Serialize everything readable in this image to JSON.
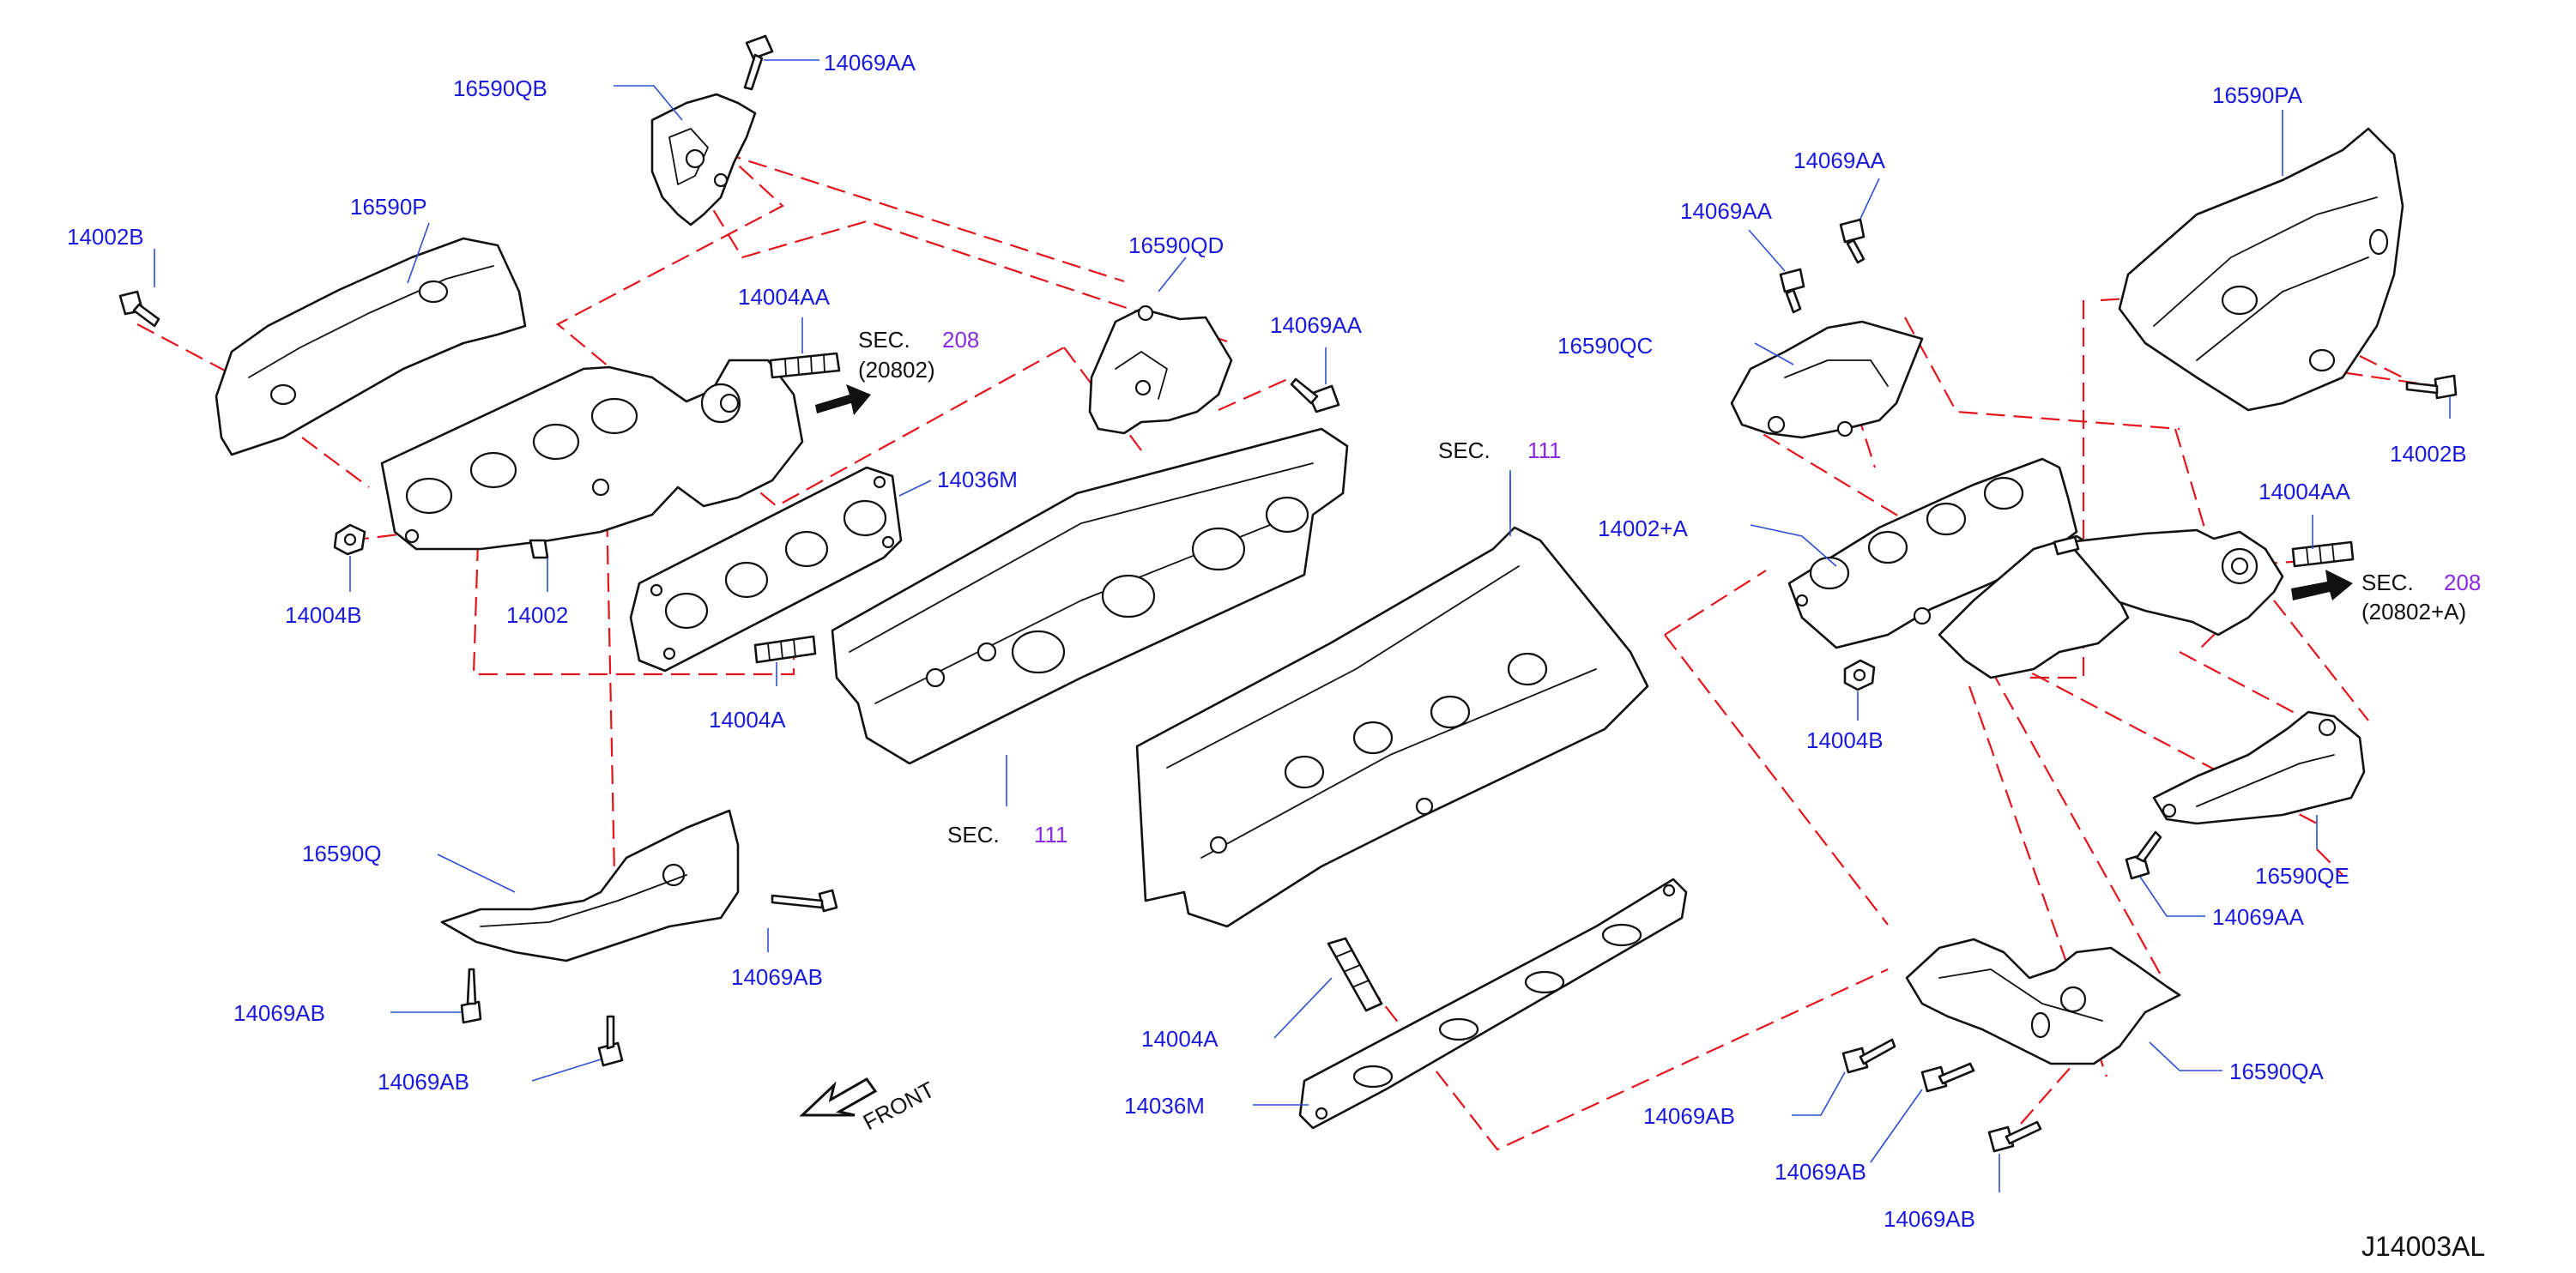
{
  "diagram_id": "J14003AL",
  "front_label": "FRONT",
  "labels": {
    "p_14069AA_top": "14069AA",
    "p_16590QB": "16590QB",
    "p_16590P": "16590P",
    "p_14002B_left": "14002B",
    "p_14004AA_left": "14004AA",
    "p_16590QD": "16590QD",
    "p_14069AA_mid": "14069AA",
    "p_14036M_top": "14036M",
    "p_14004B_left": "14004B",
    "p_14002": "14002",
    "p_14004A_left": "14004A",
    "p_16590Q": "16590Q",
    "p_14069AB_a": "14069AB",
    "p_14069AB_b": "14069AB",
    "p_14069AB_c": "14069AB",
    "p_14004A_mid": "14004A",
    "p_14036M_bottom": "14036M",
    "p_16590PA": "16590PA",
    "p_14069AA_r1": "14069AA",
    "p_14069AA_r2": "14069AA",
    "p_16590QC": "16590QC",
    "p_14002B_right": "14002B",
    "p_14004AA_right": "14004AA",
    "p_14002A": "14002+A",
    "p_14004B_right": "14004B",
    "p_16590QE": "16590QE",
    "p_14069AA_r3": "14069AA",
    "p_16590QA": "16590QA",
    "p_14069AB_d": "14069AB",
    "p_14069AB_e": "14069AB",
    "p_14069AB_f": "14069AB"
  },
  "sections": {
    "sec_208_left": {
      "prefix": "SEC.",
      "number": "208",
      "ref": "(20802)"
    },
    "sec_208_right": {
      "prefix": "SEC.",
      "number": "208",
      "ref": "(20802+A)"
    },
    "sec_111_top": {
      "prefix": "SEC.",
      "number": "111"
    },
    "sec_111_mid": {
      "prefix": "SEC.",
      "number": "111"
    }
  },
  "colors": {
    "label_blue": "#1a1adc",
    "section_purple": "#8a2be2",
    "leader_blue": "#2d4fd0",
    "dash_red": "#e2141c",
    "line_black": "#111111"
  }
}
